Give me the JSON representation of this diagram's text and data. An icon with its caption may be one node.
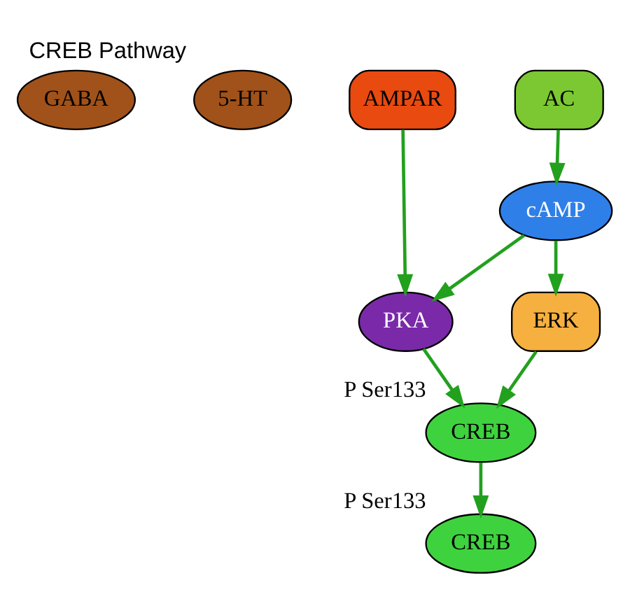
{
  "diagram": {
    "title": "CREB Pathway",
    "nodes": [
      {
        "text": [
          "GABA"
        ]
      },
      {
        "text": [
          "5-HT"
        ]
      },
      {
        "text": [
          "AMPAR"
        ]
      },
      {
        "text": [
          "AC"
        ]
      },
      {
        "text": [
          "cAMP"
        ]
      },
      {
        "text": [
          "PKA"
        ]
      },
      {
        "text": [
          "ERK"
        ]
      },
      {
        "text": [
          "CREB"
        ],
        "beside": [
          "P",
          "Ser133"
        ]
      },
      {
        "text": [
          "CREB"
        ],
        "beside": [
          "P",
          "Ser133"
        ]
      }
    ],
    "edges": [
      {
        "from": 2,
        "to": 5,
        "arrow": "to"
      },
      {
        "from": 3,
        "to": 4,
        "arrow": "to"
      },
      {
        "from": 4,
        "to": 5,
        "arrow": "to"
      },
      {
        "from": 4,
        "to": 6,
        "arrow": "to"
      },
      {
        "from": 5,
        "to": 7,
        "arrow": "to"
      },
      {
        "from": 6,
        "to": 7,
        "arrow": "to"
      },
      {
        "from": 7,
        "to": 8,
        "arrow": "to"
      }
    ]
  }
}
